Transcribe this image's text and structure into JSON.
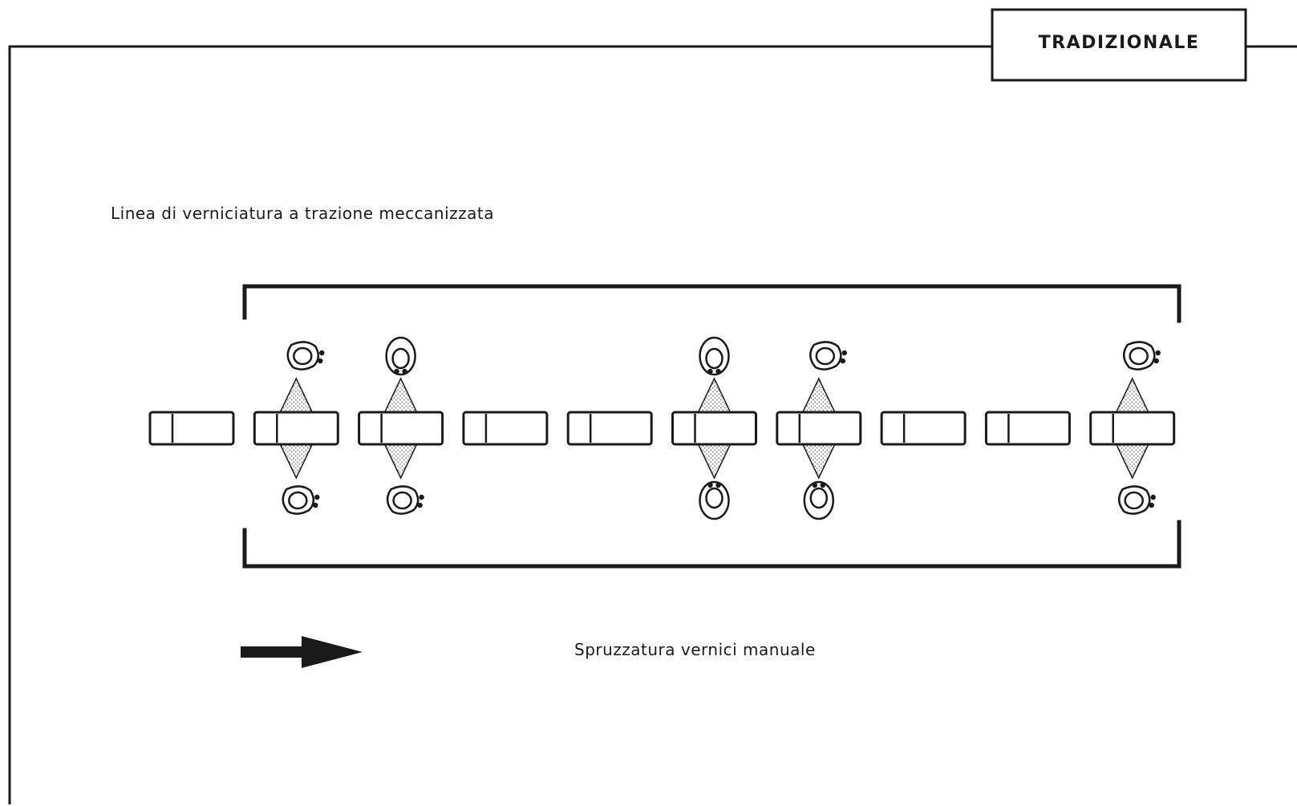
{
  "tag": {
    "label": "TRADIZIONALE"
  },
  "captions": {
    "line_title": "Linea di verniciatura a trazione meccanizzata",
    "flow_caption": "Spruzzatura vernici manuale"
  },
  "line": {
    "piece_count": 10,
    "stations": [
      {
        "piece": 2,
        "side": "top",
        "posture": "side"
      },
      {
        "piece": 2,
        "side": "bottom",
        "posture": "side"
      },
      {
        "piece": 3,
        "side": "top",
        "posture": "front"
      },
      {
        "piece": 3,
        "side": "bottom",
        "posture": "side"
      },
      {
        "piece": 6,
        "side": "top",
        "posture": "front"
      },
      {
        "piece": 6,
        "side": "bottom",
        "posture": "front"
      },
      {
        "piece": 7,
        "side": "top",
        "posture": "side"
      },
      {
        "piece": 7,
        "side": "bottom",
        "posture": "front"
      },
      {
        "piece": 10,
        "side": "top",
        "posture": "side"
      },
      {
        "piece": 10,
        "side": "bottom",
        "posture": "side"
      }
    ]
  },
  "colors": {
    "ink": "#1a1a1a",
    "paper": "#ffffff",
    "stipple": "#777777"
  }
}
